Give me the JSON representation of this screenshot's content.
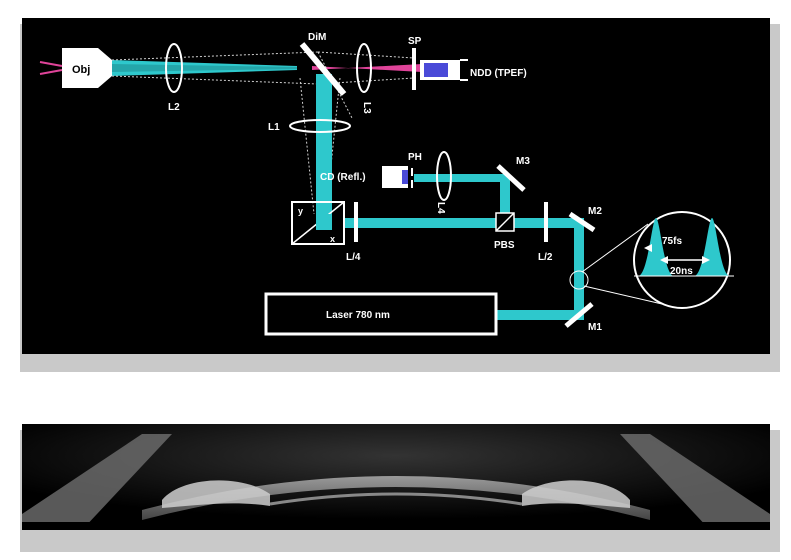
{
  "diagram": {
    "labels": {
      "obj": "Obj",
      "l2": "L2",
      "dim": "DiM",
      "l3": "L3",
      "sp": "SP",
      "ndd": "NDD (TPEF)",
      "l1": "L1",
      "ph": "PH",
      "cd": "CD (Refl.)",
      "m3": "M3",
      "l4": "L4",
      "y": "y",
      "x": "x",
      "l4b": "L/4",
      "pbs": "PBS",
      "l2b": "L/2",
      "m2": "M2",
      "laser": "Laser  780 nm",
      "m1": "M1",
      "pulse_width": "75fs",
      "pulse_period": "20ns"
    },
    "colors": {
      "beam": "#2ec8cc",
      "fluorescence": "#e0449a",
      "detector": "#4a4ad8"
    }
  }
}
